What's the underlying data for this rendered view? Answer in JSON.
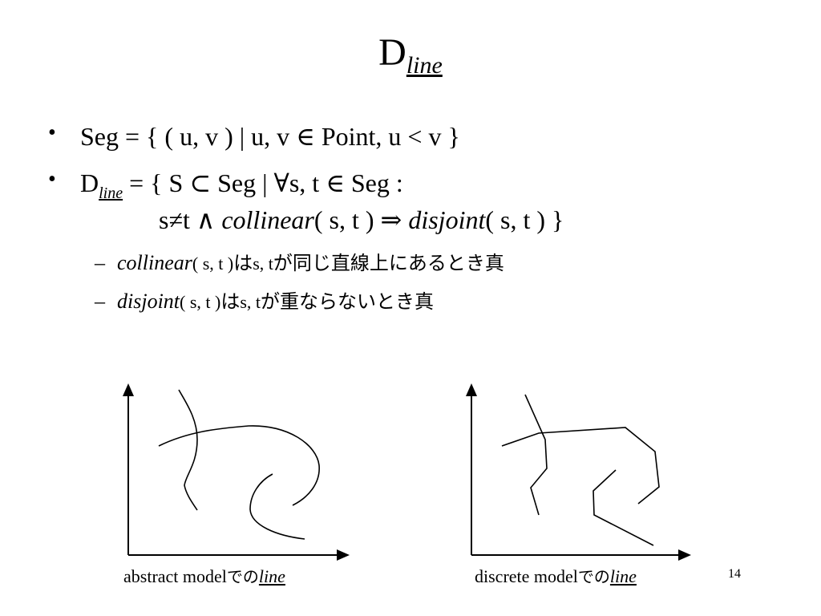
{
  "title": {
    "main": "D",
    "subscript": "line"
  },
  "bullets": [
    {
      "marker": "•",
      "text": "Seg = {  ( u, v ) | u, v ∈ Point, u < v  }"
    },
    {
      "marker": "•",
      "prefix": "D",
      "prefix_sub": "line",
      "line1": " = {  S ⊂ Seg | ∀s, t ∈ Seg :",
      "line2_a": "s≠t ∧ ",
      "line2_b": "collinear",
      "line2_c": "( s, t ) ⇒ ",
      "line2_d": "disjoint",
      "line2_e": "( s, t ) }"
    }
  ],
  "subbullets": [
    {
      "marker": "–",
      "func": "collinear",
      "args": "( s, t )",
      "jp1": "は",
      "vars": "s, t",
      "jp2": "が同じ直線上にあるとき真"
    },
    {
      "marker": "–",
      "func": "disjoint",
      "args": "( s, t )",
      "jp1": "は",
      "vars": "s, t",
      "jp2": "が重ならないとき真"
    }
  ],
  "captions": [
    {
      "a": "abstract model",
      "jp": "での",
      "b": "line"
    },
    {
      "a": "discrete model",
      "jp": "での",
      "b": "line"
    }
  ],
  "page_number": "14"
}
